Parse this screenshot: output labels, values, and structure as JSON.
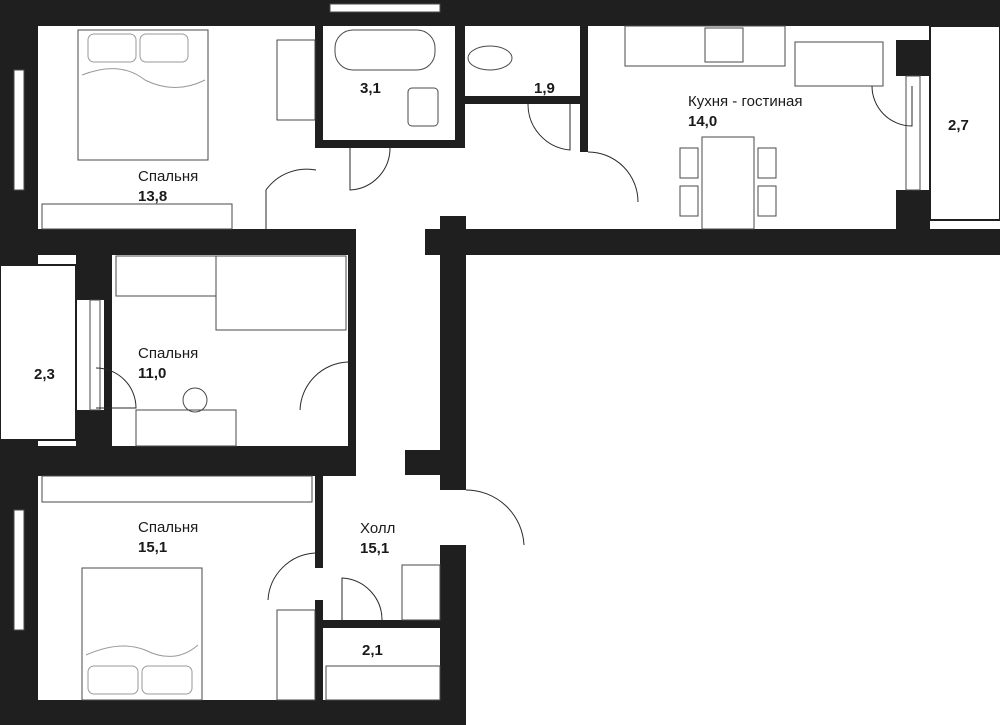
{
  "rooms": [
    {
      "id": "bedroom-1",
      "name": "Спальня",
      "area": "13,8"
    },
    {
      "id": "bathroom",
      "name": "",
      "area": "3,1"
    },
    {
      "id": "toilet",
      "name": "",
      "area": "1,9"
    },
    {
      "id": "kitchen-living",
      "name": "Кухня - гостиная",
      "area": "14,0"
    },
    {
      "id": "balcony-right",
      "name": "",
      "area": "2,7"
    },
    {
      "id": "bedroom-2",
      "name": "Спальня",
      "area": "11,0"
    },
    {
      "id": "balcony-left",
      "name": "",
      "area": "2,3"
    },
    {
      "id": "bedroom-3",
      "name": "Спальня",
      "area": "15,1"
    },
    {
      "id": "hall",
      "name": "Холл",
      "area": "15,1"
    },
    {
      "id": "storage",
      "name": "",
      "area": "2,1"
    }
  ],
  "colors": {
    "wall": "#1f1f1f",
    "floor": "#ffffff",
    "furniture": "#4a4a4a"
  }
}
